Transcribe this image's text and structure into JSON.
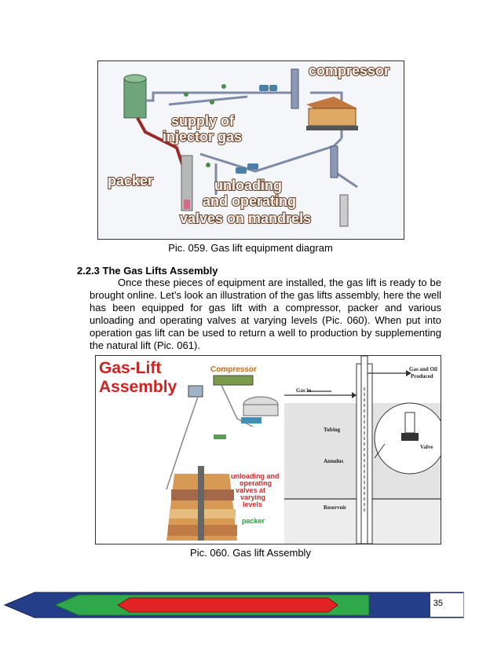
{
  "figure1": {
    "labels": {
      "compressor": "compressor",
      "supply1": "supply of",
      "supply2": "injector gas",
      "packer": "packer",
      "unloading1": "unloading",
      "unloading2": "and operating",
      "unloading3": "valves on mandrels"
    },
    "caption": "Pic. 059. Gas lift equipment diagram"
  },
  "section": {
    "heading": "2.2.3 The Gas Lifts Assembly",
    "paragraph": "Once these pieces of equipment are installed, the gas lift is ready to be brought online. Let’s look an illustration of the gas lifts assembly, here the well has been equipped for gas lift with a compressor, packer and various unloading and operating valves at varying levels (Pic. 060). When put into operation gas lift can be used to return a well to production by supplementing the natural lift (Pic. 061)."
  },
  "figure2": {
    "title1": "Gas-Lift",
    "title2": "Assembly",
    "compressor": "Compressor",
    "unloading1": "unloading and",
    "unloading2": "operating",
    "unloading3": "valves at",
    "unloading4": "varying",
    "unloading5": "levels",
    "packer": "packer",
    "gas_in": "Gas in",
    "gas_oil1": "Gas and Oil",
    "gas_oil2": "Produced",
    "tubing": "Tubing",
    "annulus": "Annulus",
    "valve": "Valve",
    "reservoir": "Reservoir",
    "caption": "Pic. 060. Gas lift Assembly"
  },
  "footer": {
    "page_number": "35"
  }
}
